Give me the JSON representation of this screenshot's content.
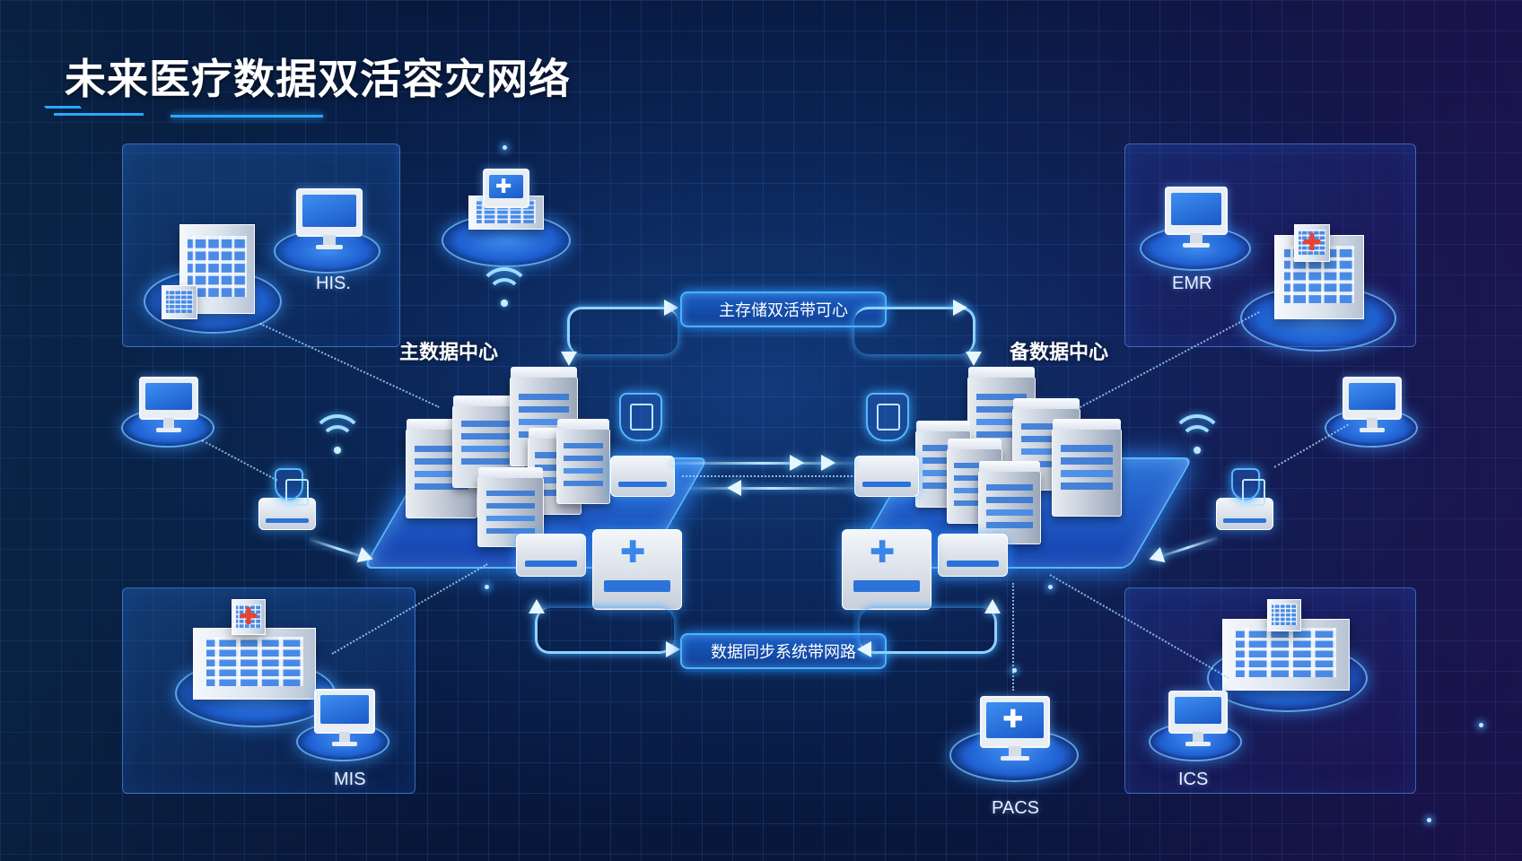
{
  "title": "未来医疗数据双活容灾网络",
  "data_centers": {
    "primary": {
      "label": "主数据中心"
    },
    "backup": {
      "label": "备数据中心"
    }
  },
  "links": {
    "top": {
      "label": "主存储双活带可心"
    },
    "bottom": {
      "label": "数据同步系统带网路"
    }
  },
  "systems": [
    {
      "id": "his",
      "label": "HIS."
    },
    {
      "id": "emr",
      "label": "EMR"
    },
    {
      "id": "mis",
      "label": "MIS"
    },
    {
      "id": "pacs",
      "label": "PACS"
    },
    {
      "id": "ics",
      "label": "ICS"
    }
  ],
  "colors": {
    "background": "#0b2556",
    "accent": "#2aa8ff",
    "glow": "#46b6ff",
    "platform": "#1e5fd0",
    "medical_cross": "#e8432f"
  }
}
